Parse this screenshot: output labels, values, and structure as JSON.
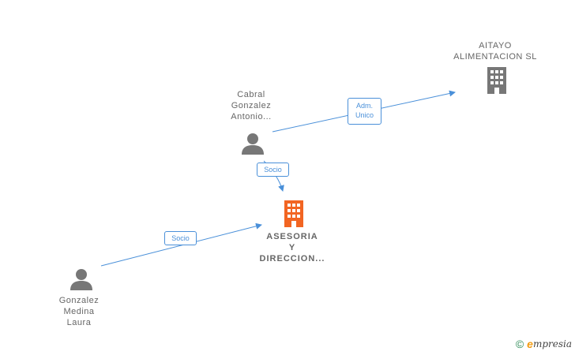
{
  "nodes": {
    "aitayo": {
      "line1": "AITAYO",
      "line2": "ALIMENTACION SL",
      "icon": "building-icon",
      "color": "#777777"
    },
    "cabral": {
      "line1": "Cabral",
      "line2": "Gonzalez",
      "line3": "Antonio...",
      "icon": "person-icon",
      "color": "#777777"
    },
    "asesoria": {
      "line1": "ASESORIA",
      "line2": "Y",
      "line3": "DIRECCION...",
      "icon": "building-icon",
      "color": "#f26522"
    },
    "gonzalez": {
      "line1": "Gonzalez",
      "line2": "Medina",
      "line3": "Laura",
      "icon": "person-icon",
      "color": "#777777"
    }
  },
  "edges": {
    "cabral_aitayo": {
      "line1": "Adm.",
      "line2": "Unico"
    },
    "cabral_asesoria": {
      "label": "Socio"
    },
    "gonzalez_asesoria": {
      "label": "Socio"
    }
  },
  "colors": {
    "edge": "#4a90d9"
  },
  "watermark": {
    "copyright": "©",
    "brand_e": "e",
    "brand_rest": "mpresia"
  }
}
